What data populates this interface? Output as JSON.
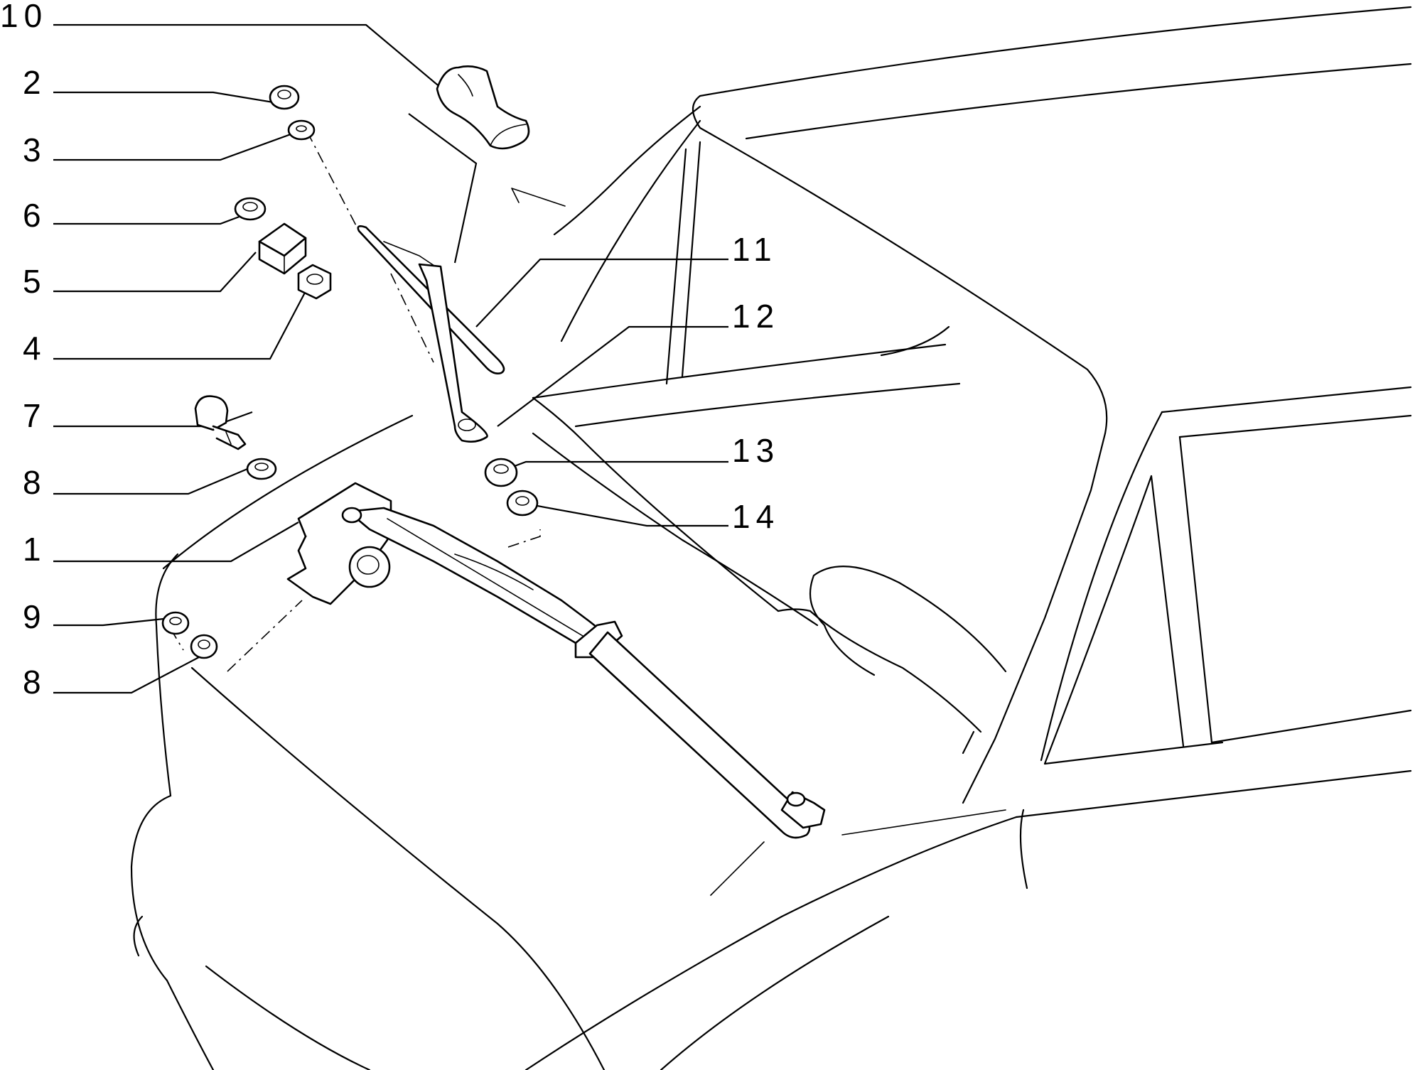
{
  "callouts": {
    "c10": "10",
    "c2": "2",
    "c3": "3",
    "c6": "6",
    "c5": "5",
    "c4": "4",
    "c7": "7",
    "c8a": "8",
    "c1": "1",
    "c9": "9",
    "c8b": "8",
    "c11": "11",
    "c12": "12",
    "c13": "13",
    "c14": "14"
  }
}
